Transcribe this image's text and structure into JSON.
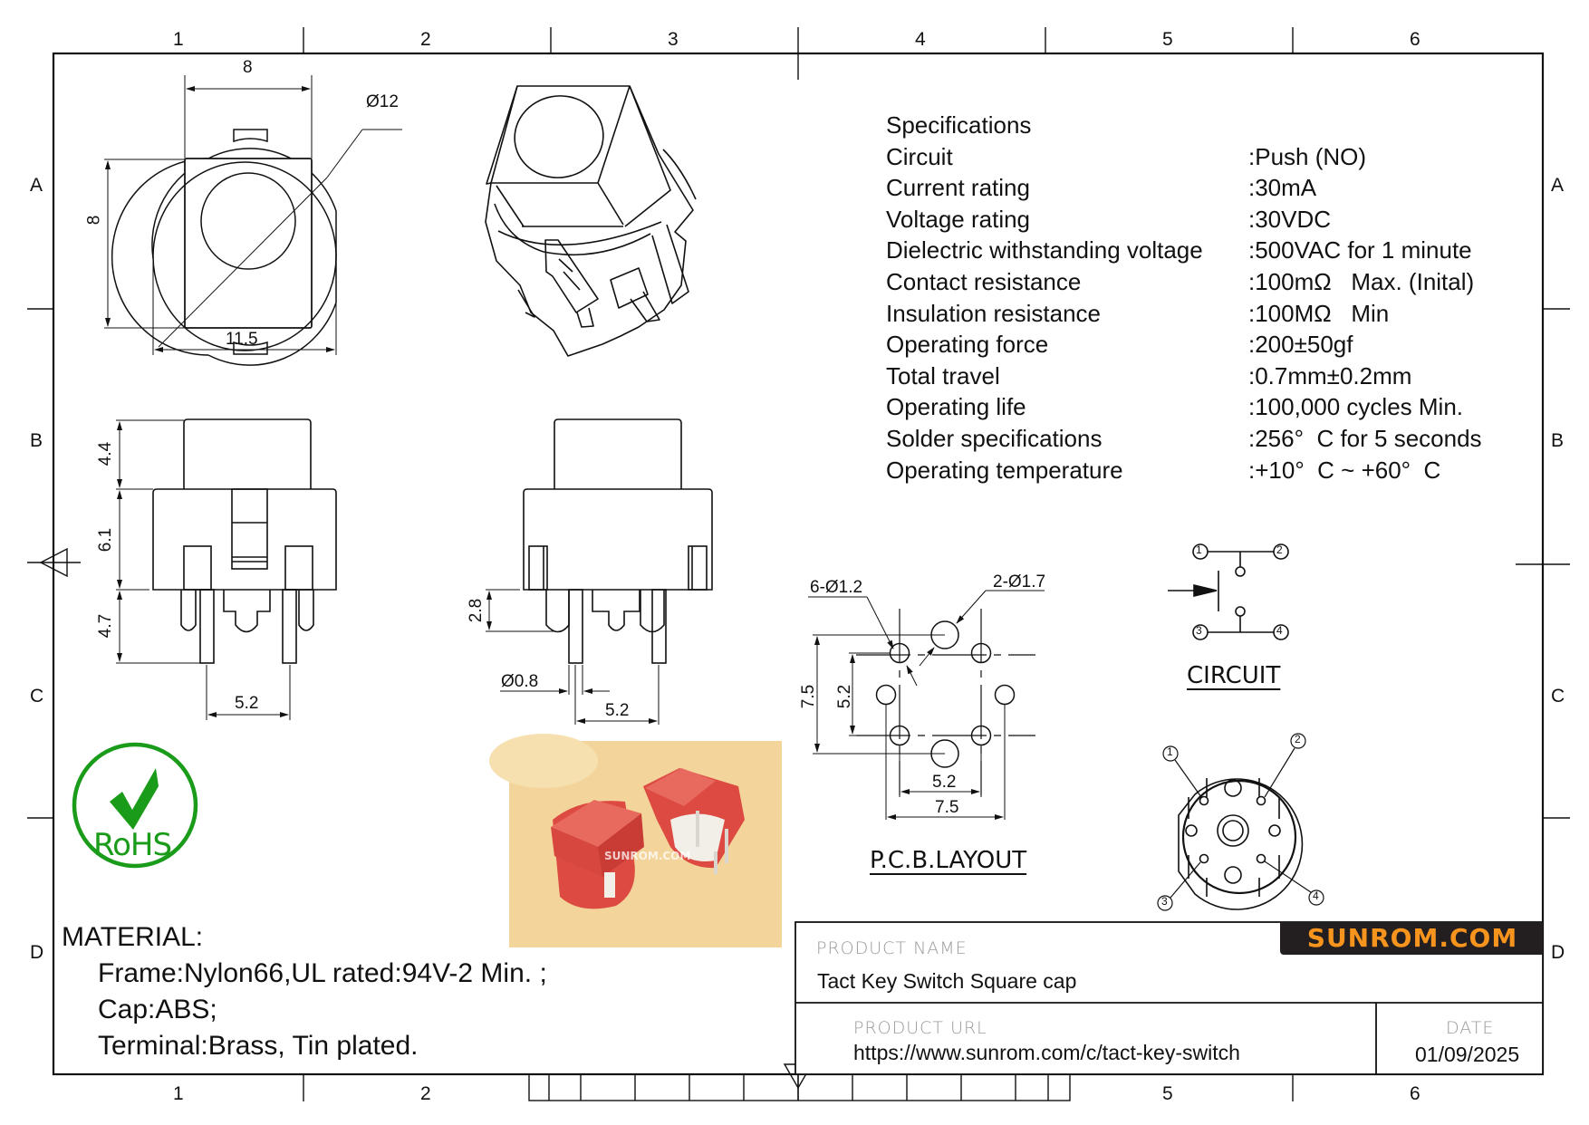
{
  "frame": {
    "columns": [
      "1",
      "2",
      "3",
      "4",
      "5",
      "6"
    ],
    "rows": [
      "A",
      "B",
      "C",
      "D"
    ]
  },
  "top_view": {
    "dim_width": "8",
    "dim_height": "8",
    "dim_diameter": "Ø12",
    "dim_overall": "11.5"
  },
  "side_view_left": {
    "dim_cap": "4.4",
    "dim_body": "6.1",
    "dim_pins": "4.7",
    "dim_pitch": "5.2"
  },
  "side_view_right": {
    "dim_pin_len": "2.8",
    "dim_pin_dia": "Ø0.8",
    "dim_pitch": "5.2"
  },
  "specifications": {
    "heading": "Specifications",
    "rows": [
      {
        "label": "Circuit",
        "value": ":Push (NO)"
      },
      {
        "label": "Current rating",
        "value": ":30mA"
      },
      {
        "label": "Voltage rating",
        "value": ":30VDC"
      },
      {
        "label": "Dielectric withstanding voltage",
        "value": ":500VAC for 1 minute"
      },
      {
        "label": "Contact resistance",
        "value": ":100mΩ   Max. (Inital)"
      },
      {
        "label": "Insulation resistance",
        "value": ":100MΩ   Min"
      },
      {
        "label": "Operating force",
        "value": ":200±50gf"
      },
      {
        "label": "Total travel",
        "value": ":0.7mm±0.2mm"
      },
      {
        "label": "Operating life",
        "value": ":100,000 cycles Min."
      },
      {
        "label": "Solder specifications",
        "value": ":256°  C for 5 seconds"
      },
      {
        "label": "Operating temperature",
        "value": ":+10°  C ~ +60°  C"
      }
    ]
  },
  "pcb_layout": {
    "caption": "P.C.B.LAYOUT",
    "small_holes": "6-Ø1.2",
    "large_holes": "2-Ø1.7",
    "dim_outer_v": "7.5",
    "dim_inner_v": "5.2",
    "dim_inner_h": "5.2",
    "dim_outer_h": "7.5"
  },
  "circuit": {
    "caption": "CIRCUIT",
    "pins": [
      "1",
      "2",
      "3",
      "4"
    ]
  },
  "bottom_view": {
    "pins": [
      "1",
      "2",
      "3",
      "4"
    ]
  },
  "rohs": {
    "text": "RoHS",
    "color": "#1a9b1a"
  },
  "photo": {
    "watermark": "SUNROM.COM",
    "background": "#f3d49a",
    "part_color": "#e2524a"
  },
  "material": {
    "heading": "MATERIAL:",
    "lines": [
      "Frame:Nylon66,UL rated:94V-2 Min. ;",
      "Cap:ABS;",
      "Terminal:Brass,  Tin plated."
    ]
  },
  "title_block": {
    "logo_text": "SUNROM.COM",
    "logo_color": "#f7941d",
    "logo_bg": "#231f20",
    "product_name_label": "PRODUCT NAME",
    "product_name": "Tact Key Switch Square cap",
    "product_url_label": "PRODUCT URL",
    "product_url": "https://www.sunrom.com/c/tact-key-switch",
    "date_label": "DATE",
    "date": "01/09/2025"
  }
}
